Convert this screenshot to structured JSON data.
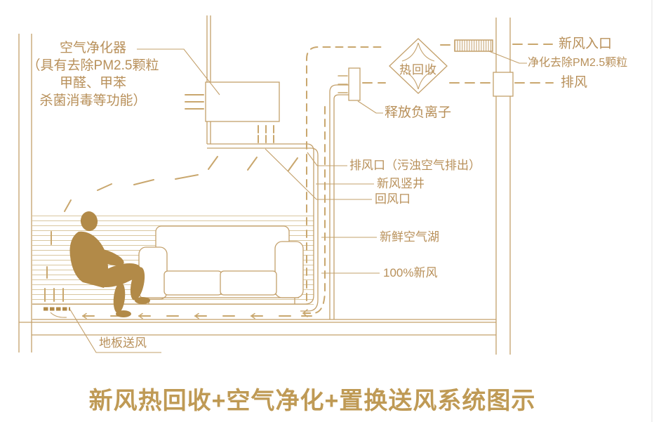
{
  "title": "新风热回收+空气净化+置换送风系统图示",
  "colors": {
    "line": "#c3a06b",
    "dash": "#c9a76e",
    "text": "#b8905a",
    "title": "#bf9a55",
    "sil": "#b28a48",
    "stripe": "#d9c7a0"
  },
  "diagram": {
    "purifier": {
      "name": "空气净化器",
      "note1": "（具有去除PM2.5颗粒",
      "note2": "甲醛、甲苯",
      "note3": "杀菌消毒等功能）"
    },
    "heat_recovery": "热回收",
    "labels": {
      "fresh_air_inlet": "新风入口",
      "purify_pm25": "净化去除PM2.5颗粒",
      "exhaust": "排风",
      "negative_ions": "释放负离子",
      "exhaust_outlet": "排风口（污浊空气排出）",
      "fresh_air_shaft": "新风竖井",
      "return_air_outlet": "回风口",
      "fresh_air_lake": "新鲜空气湖",
      "fresh_air_100": "100%新风",
      "floor_supply": "地板送风"
    }
  }
}
